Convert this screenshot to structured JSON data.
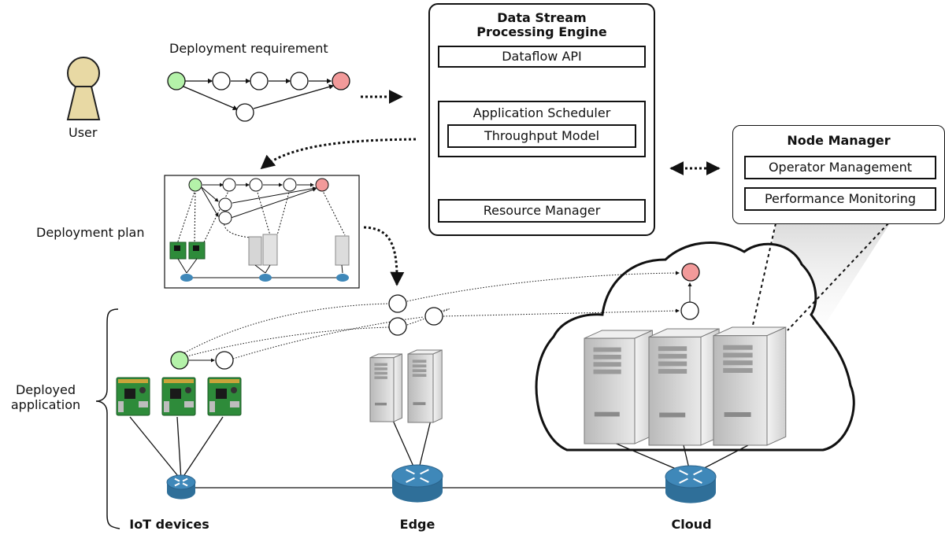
{
  "user": {
    "label": "User"
  },
  "deployment_requirement": {
    "label": "Deployment requirement"
  },
  "deployment_plan": {
    "label": "Deployment plan"
  },
  "deployed_application": {
    "label_line1": "Deployed",
    "label_line2": "application"
  },
  "engine": {
    "title_line1": "Data Stream",
    "title_line2": "Processing Engine",
    "dataflow_api": "Dataflow API",
    "application_scheduler": "Application Scheduler",
    "throughput_model": "Throughput Model",
    "resource_manager": "Resource Manager"
  },
  "node_manager": {
    "title": "Node Manager",
    "operator_management": "Operator Management",
    "performance_monitoring": "Performance Monitoring"
  },
  "tiers": {
    "iot": "IoT devices",
    "edge": "Edge",
    "cloud": "Cloud"
  },
  "colors": {
    "source_node": "#b4f2a9",
    "sink_node": "#f29a9a",
    "user_fill": "#e8d9a4",
    "router": "#3f88b9",
    "board": "#2e8b3a",
    "server": "#c9c9c9"
  }
}
